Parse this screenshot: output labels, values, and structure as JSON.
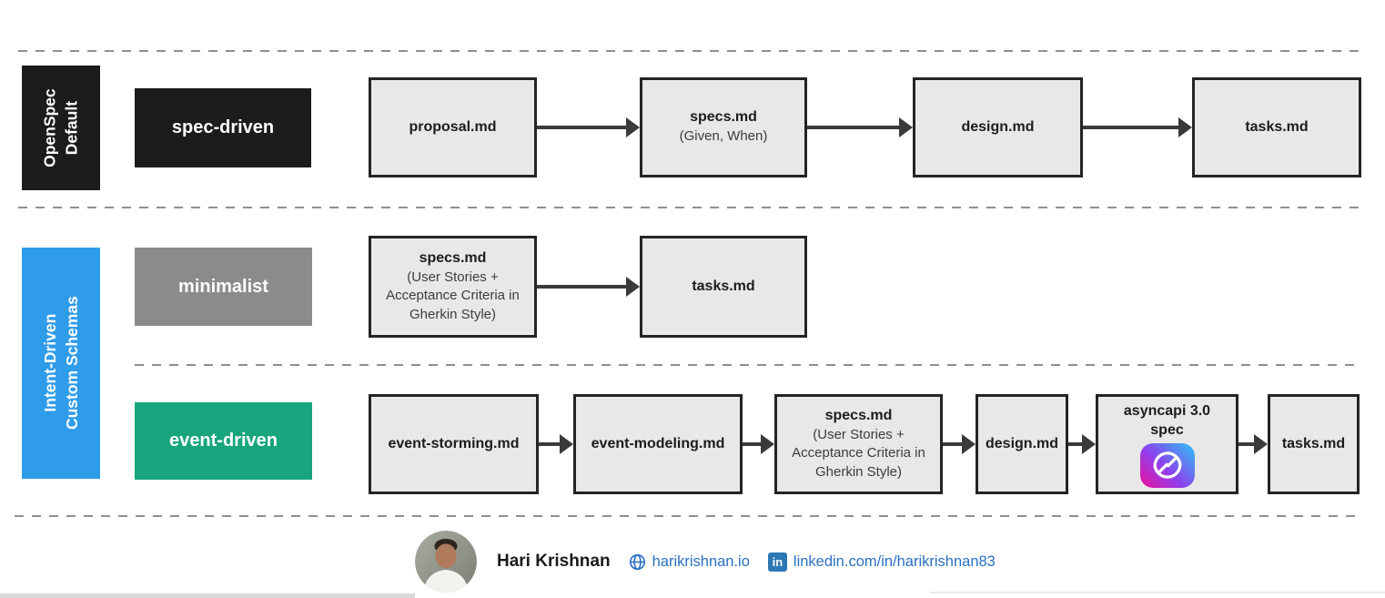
{
  "sections": [
    {
      "label_line1": "OpenSpec",
      "label_line2": "Default",
      "color": "#1c1c1c"
    },
    {
      "label_line1": "Intent-Driven",
      "label_line2": "Custom Schemas",
      "color": "#2f9ce9"
    }
  ],
  "workflows": {
    "spec_driven": {
      "name": "spec-driven",
      "color": "#1c1c1c",
      "nodes": [
        {
          "title": "proposal.md"
        },
        {
          "title": "specs.md",
          "subtitle": "(Given, When)"
        },
        {
          "title": "design.md"
        },
        {
          "title": "tasks.md"
        }
      ]
    },
    "minimalist": {
      "name": "minimalist",
      "color": "#8b8b8b",
      "nodes": [
        {
          "title": "specs.md",
          "subtitle": "(User Stories + Acceptance Criteria in Gherkin Style)"
        },
        {
          "title": "tasks.md"
        }
      ]
    },
    "event_driven": {
      "name": "event-driven",
      "color": "#16a57d",
      "nodes": [
        {
          "title": "event-storming.md"
        },
        {
          "title": "event-modeling.md"
        },
        {
          "title": "specs.md",
          "subtitle": "(User Stories + Acceptance Criteria in Gherkin Style)"
        },
        {
          "title": "design.md"
        },
        {
          "title": "asyncapi 3.0 spec",
          "icon": "asyncapi-logo"
        },
        {
          "title": "tasks.md"
        }
      ]
    }
  },
  "footer": {
    "name": "Hari Krishnan",
    "website": "harikrishnan.io",
    "linkedin": "linkedin.com/in/harikrishnan83",
    "linkedin_icon_text": "in"
  },
  "colors": {
    "node_fill": "#e9e8e8",
    "node_border": "#242424",
    "arrow": "#3a3a3a",
    "dashed_line": "#8f8f8f",
    "link_blue": "#2b70c2",
    "linkedin_badge": "#2e77b5",
    "section_black": "#1c1c1c",
    "section_blue": "#2f9ce9",
    "workflow_gray": "#8b8b8b",
    "workflow_green": "#16a57d",
    "asyncapi_gradient": [
      "#2bc3f5",
      "#8e41ee",
      "#ed0f9c"
    ]
  }
}
